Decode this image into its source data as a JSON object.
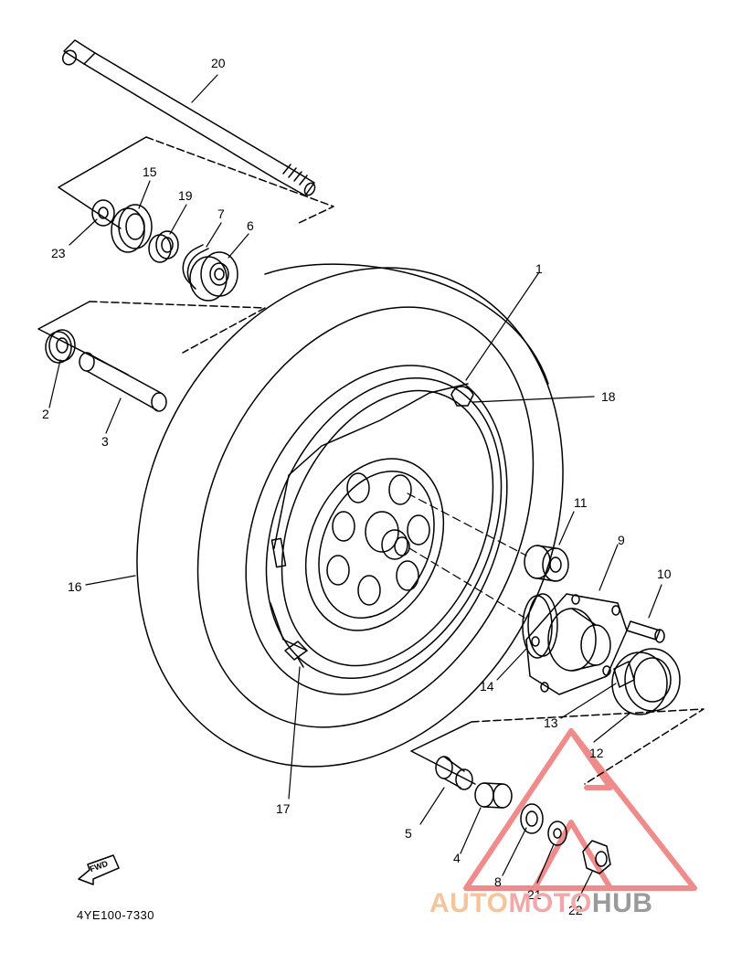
{
  "diagram": {
    "code": "4YE100-7330",
    "fwd_label": "FWD"
  },
  "callouts": [
    {
      "id": "20",
      "label": "20"
    },
    {
      "id": "15",
      "label": "15"
    },
    {
      "id": "19",
      "label": "19"
    },
    {
      "id": "7",
      "label": "7"
    },
    {
      "id": "6",
      "label": "6"
    },
    {
      "id": "23",
      "label": "23"
    },
    {
      "id": "1",
      "label": "1"
    },
    {
      "id": "2",
      "label": "2"
    },
    {
      "id": "3",
      "label": "3"
    },
    {
      "id": "18",
      "label": "18"
    },
    {
      "id": "11",
      "label": "11"
    },
    {
      "id": "9",
      "label": "9"
    },
    {
      "id": "16",
      "label": "16"
    },
    {
      "id": "10",
      "label": "10"
    },
    {
      "id": "14",
      "label": "14"
    },
    {
      "id": "13",
      "label": "13"
    },
    {
      "id": "12",
      "label": "12"
    },
    {
      "id": "17",
      "label": "17"
    },
    {
      "id": "5",
      "label": "5"
    },
    {
      "id": "4",
      "label": "4"
    },
    {
      "id": "8",
      "label": "8"
    },
    {
      "id": "21",
      "label": "21"
    },
    {
      "id": "22",
      "label": "22"
    }
  ],
  "watermark": {
    "part_a": "AUTO",
    "part_b": "MOTO",
    "part_c": "HUB",
    "colors": {
      "auto": "#f6c49a",
      "moto": "#f0a8a8",
      "hub": "#9a9a9a",
      "triangle": "#ee7777"
    }
  }
}
